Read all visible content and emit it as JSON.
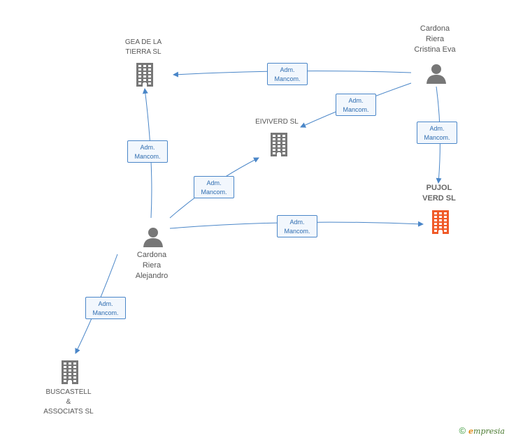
{
  "nodes": [
    {
      "id": "gea",
      "type": "company",
      "label": "GEA DE LA\nTIERRA SL",
      "focus": false
    },
    {
      "id": "cristina",
      "type": "person",
      "label": "Cardona\nRiera\nCristina Eva",
      "focus": false
    },
    {
      "id": "eiviverd",
      "type": "company",
      "label": "EIVIVERD SL",
      "focus": false
    },
    {
      "id": "pujol",
      "type": "company",
      "label": "PUJOL\nVERD SL",
      "focus": true
    },
    {
      "id": "alejandro",
      "type": "person",
      "label": "Cardona\nRiera\nAlejandro",
      "focus": false
    },
    {
      "id": "buscastell",
      "type": "company",
      "label": "BUSCASTELL\n&\nASSOCIATS SL",
      "focus": false
    }
  ],
  "edges": [
    {
      "from": "cristina",
      "to": "gea",
      "label": "Adm.\nMancom."
    },
    {
      "from": "cristina",
      "to": "eiviverd",
      "label": "Adm.\nMancom."
    },
    {
      "from": "cristina",
      "to": "pujol",
      "label": "Adm.\nMancom."
    },
    {
      "from": "alejandro",
      "to": "gea",
      "label": "Adm.\nMancom."
    },
    {
      "from": "alejandro",
      "to": "eiviverd",
      "label": "Adm.\nMancom."
    },
    {
      "from": "alejandro",
      "to": "pujol",
      "label": "Adm.\nMancom."
    },
    {
      "from": "alejandro",
      "to": "buscastell",
      "label": "Adm.\nMancom."
    }
  ],
  "colors": {
    "edge": "#4a86c8",
    "company": "#777777",
    "focus_company": "#f05a28",
    "person": "#777777"
  },
  "icons": {
    "company": "building-icon",
    "person": "person-icon"
  },
  "footer": {
    "copyright": "©",
    "brand_initial": "e",
    "brand_rest": "mpresia"
  }
}
